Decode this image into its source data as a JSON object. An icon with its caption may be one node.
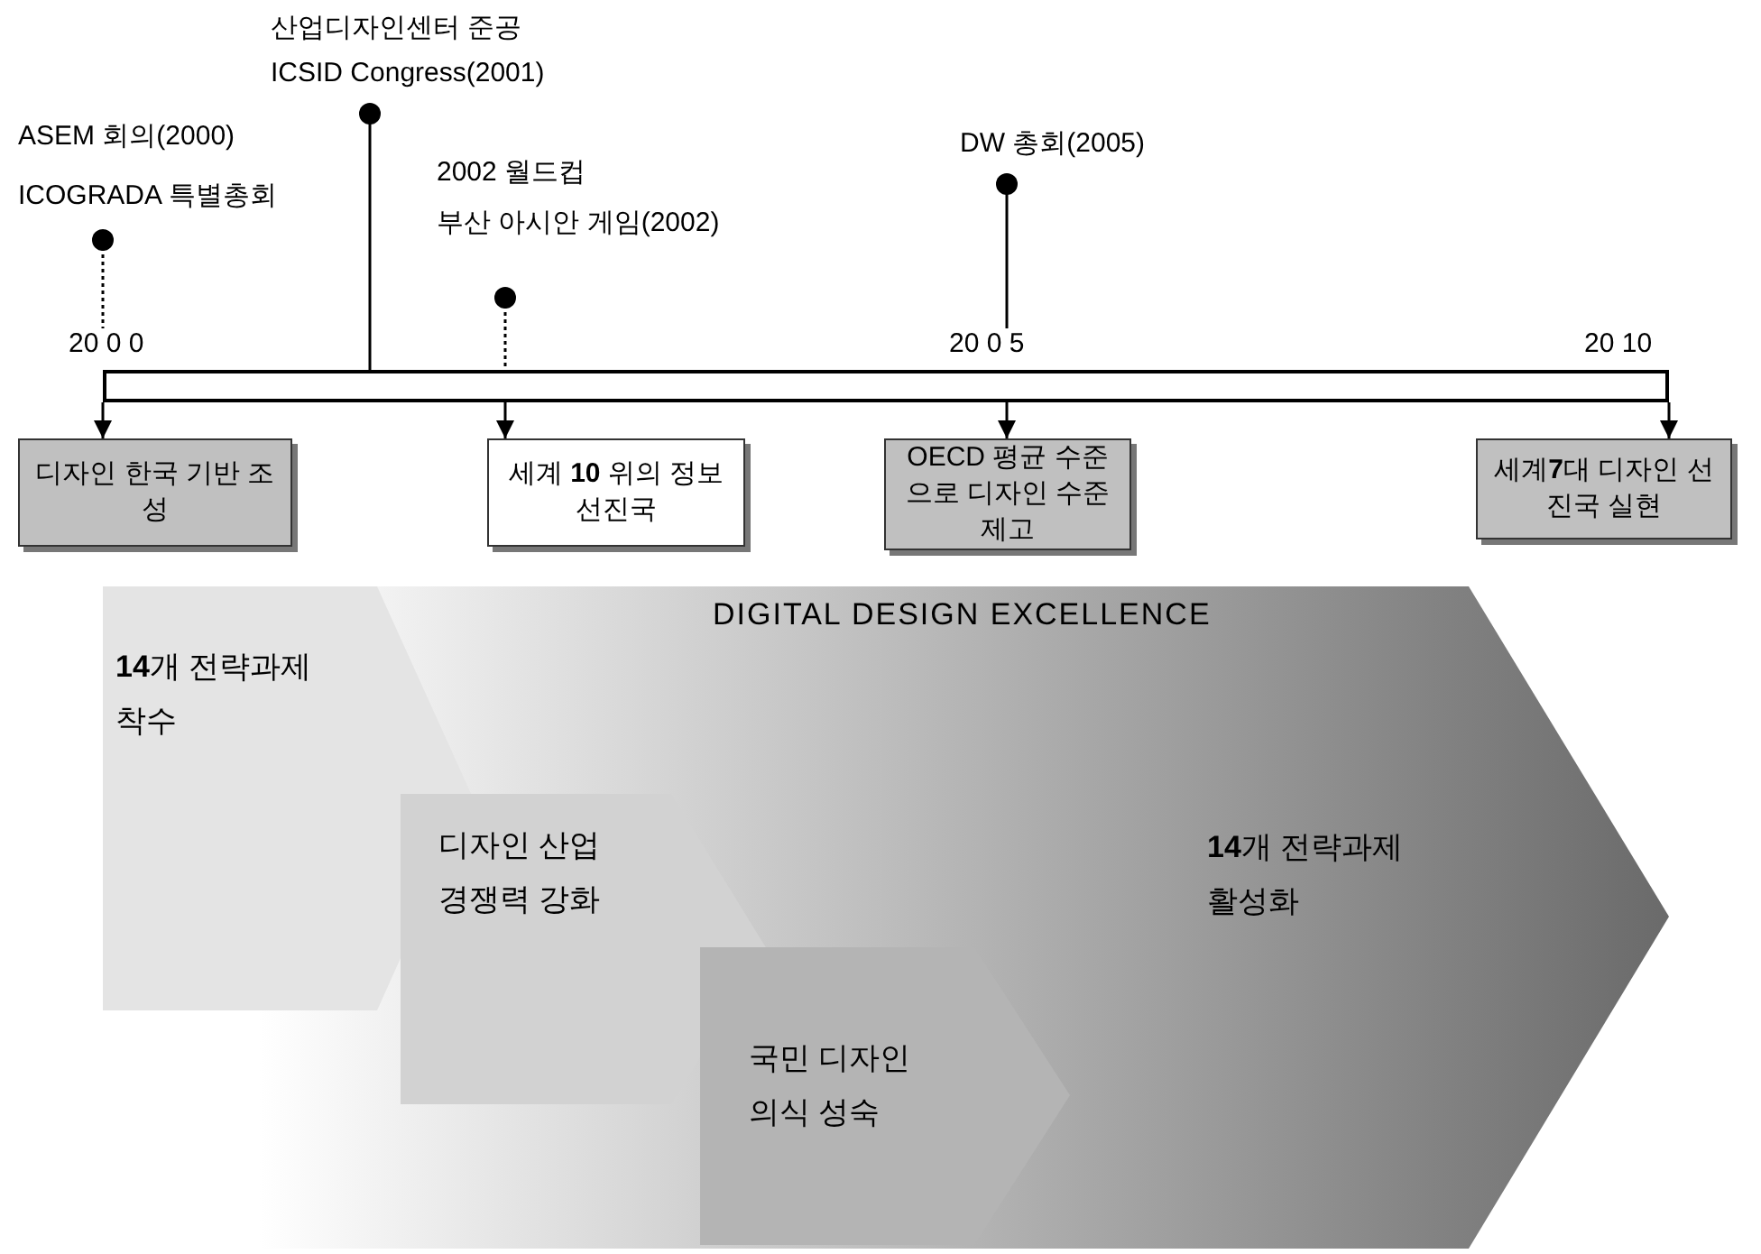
{
  "diagram": {
    "nodes": [
      {
        "text": [
          "ASEM 회의(2000)",
          "ICOGRADA 특별총회"
        ]
      },
      {
        "text": [
          "산업디자인센터 준공",
          "ICSID Congress(2001)"
        ]
      },
      {
        "text": [
          "2002 월드컵",
          "부산 아시안 게임(2002)"
        ]
      },
      {
        "text": [
          "DW 총회(2005)"
        ]
      },
      {
        "text": [
          "20 0 0"
        ]
      },
      {
        "text": [
          "20 0 5"
        ]
      },
      {
        "text": [],
        "shape": "bar"
      },
      {
        "text": [
          "디자인 한국 기반 조성"
        ]
      },
      {
        "text": [
          "세계 **10** 위의 정보 선진국"
        ]
      },
      {
        "text": [
          "OECD 평균 수준으로 디자인 수준제고"
        ]
      },
      {
        "text": [
          "세계**7**대 디자인 선진국 실현"
        ]
      },
      {
        "text": [
          "DIGITAL DESIGN EXCELLENCE",
          "**14**개 전략과제 활성화"
        ]
      },
      {
        "text": [
          "**14**개 전략과제 착수"
        ],
        "in": 11
      },
      {
        "text": [
          "디자인 산업 경쟁력 강화"
        ],
        "in": 11
      },
      {
        "text": [
          "국민 디자인 의식 성숙"
        ],
        "in": 11
      }
    ],
    "edges": [
      {
        "from": 0,
        "to": 4,
        "arrow": "other",
        "style": "dashed"
      },
      {
        "from": 1,
        "to": 6,
        "arrow": "other"
      },
      {
        "from": 2,
        "to": 6,
        "arrow": "other",
        "style": "dashed"
      },
      {
        "from": 3,
        "to": 5,
        "arrow": "other"
      },
      {
        "from": 6,
        "to": 7,
        "arrow": "to"
      },
      {
        "from": 6,
        "to": 8,
        "arrow": "to"
      },
      {
        "from": 6,
        "to": 9,
        "arrow": "to"
      },
      {
        "from": 6,
        "to": 10,
        "arrow": "to"
      }
    ],
    "labels": [
      "20 10"
    ]
  }
}
